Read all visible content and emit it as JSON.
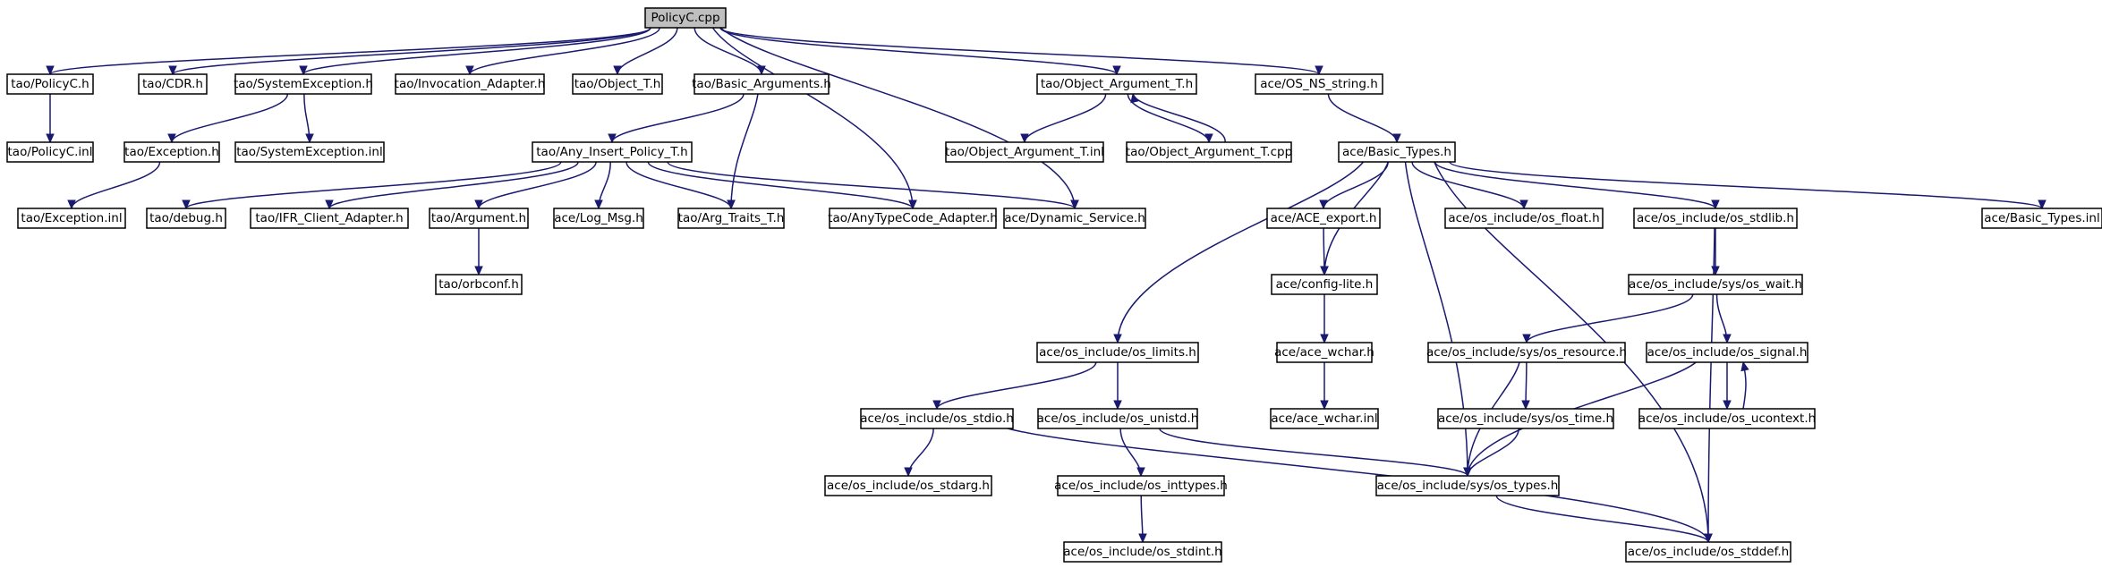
{
  "graph": {
    "nodes": [
      {
        "id": "root",
        "label": "PolicyC.cpp",
        "root": true
      },
      {
        "id": "n1",
        "label": "tao/PolicyC.h"
      },
      {
        "id": "n2",
        "label": "tao/CDR.h"
      },
      {
        "id": "n3",
        "label": "tao/SystemException.h"
      },
      {
        "id": "n4",
        "label": "tao/Invocation_Adapter.h"
      },
      {
        "id": "n5",
        "label": "tao/Object_T.h"
      },
      {
        "id": "n6",
        "label": "tao/Basic_Arguments.h"
      },
      {
        "id": "n7",
        "label": "tao/Object_Argument_T.h"
      },
      {
        "id": "n8",
        "label": "ace/OS_NS_string.h"
      },
      {
        "id": "n9",
        "label": "tao/PolicyC.inl"
      },
      {
        "id": "n10",
        "label": "tao/Exception.h"
      },
      {
        "id": "n11",
        "label": "tao/SystemException.inl"
      },
      {
        "id": "n12",
        "label": "tao/Any_Insert_Policy_T.h"
      },
      {
        "id": "n13",
        "label": "tao/Object_Argument_T.inl"
      },
      {
        "id": "n14",
        "label": "tao/Object_Argument_T.cpp"
      },
      {
        "id": "n15",
        "label": "ace/Basic_Types.h"
      },
      {
        "id": "n16",
        "label": "tao/Exception.inl"
      },
      {
        "id": "n17",
        "label": "tao/debug.h"
      },
      {
        "id": "n18",
        "label": "tao/IFR_Client_Adapter.h"
      },
      {
        "id": "n19",
        "label": "tao/Argument.h"
      },
      {
        "id": "n20",
        "label": "ace/Log_Msg.h"
      },
      {
        "id": "n21",
        "label": "tao/Arg_Traits_T.h"
      },
      {
        "id": "n22",
        "label": "tao/AnyTypeCode_Adapter.h"
      },
      {
        "id": "n23",
        "label": "ace/Dynamic_Service.h"
      },
      {
        "id": "n24",
        "label": "ace/ACE_export.h"
      },
      {
        "id": "n25",
        "label": "ace/os_include/os_float.h"
      },
      {
        "id": "n26",
        "label": "ace/os_include/os_stdlib.h"
      },
      {
        "id": "n27",
        "label": "ace/Basic_Types.inl"
      },
      {
        "id": "n28",
        "label": "tao/orbconf.h"
      },
      {
        "id": "n29",
        "label": "ace/config-lite.h"
      },
      {
        "id": "n30",
        "label": "ace/os_include/sys/os_wait.h"
      },
      {
        "id": "n31",
        "label": "ace/os_include/os_limits.h"
      },
      {
        "id": "n32",
        "label": "ace/ace_wchar.h"
      },
      {
        "id": "n33",
        "label": "ace/os_include/sys/os_resource.h"
      },
      {
        "id": "n34",
        "label": "ace/os_include/os_signal.h"
      },
      {
        "id": "n35",
        "label": "ace/os_include/os_stdio.h"
      },
      {
        "id": "n36",
        "label": "ace/os_include/os_unistd.h"
      },
      {
        "id": "n37",
        "label": "ace/ace_wchar.inl"
      },
      {
        "id": "n38",
        "label": "ace/os_include/sys/os_time.h"
      },
      {
        "id": "n39",
        "label": "ace/os_include/os_ucontext.h"
      },
      {
        "id": "n40",
        "label": "ace/os_include/os_stdarg.h"
      },
      {
        "id": "n41",
        "label": "ace/os_include/os_inttypes.h"
      },
      {
        "id": "n42",
        "label": "ace/os_include/sys/os_types.h"
      },
      {
        "id": "n43",
        "label": "ace/os_include/os_stdint.h"
      },
      {
        "id": "n44",
        "label": "ace/os_include/os_stddef.h"
      }
    ],
    "edges": [
      [
        "root",
        "n1"
      ],
      [
        "root",
        "n2"
      ],
      [
        "root",
        "n3"
      ],
      [
        "root",
        "n4"
      ],
      [
        "root",
        "n5"
      ],
      [
        "root",
        "n6"
      ],
      [
        "root",
        "n7"
      ],
      [
        "root",
        "n8"
      ],
      [
        "root",
        "n22"
      ],
      [
        "root",
        "n23"
      ],
      [
        "n1",
        "n9"
      ],
      [
        "n3",
        "n10"
      ],
      [
        "n3",
        "n11"
      ],
      [
        "n10",
        "n16"
      ],
      [
        "n6",
        "n12"
      ],
      [
        "n6",
        "n21"
      ],
      [
        "n7",
        "n13"
      ],
      [
        "n7",
        "n14"
      ],
      [
        "n14",
        "n7"
      ],
      [
        "n8",
        "n15"
      ],
      [
        "n12",
        "n17"
      ],
      [
        "n12",
        "n18"
      ],
      [
        "n12",
        "n19"
      ],
      [
        "n12",
        "n20"
      ],
      [
        "n12",
        "n21"
      ],
      [
        "n12",
        "n22"
      ],
      [
        "n12",
        "n23"
      ],
      [
        "n19",
        "n28"
      ],
      [
        "n15",
        "n24"
      ],
      [
        "n15",
        "n25"
      ],
      [
        "n15",
        "n26"
      ],
      [
        "n15",
        "n27"
      ],
      [
        "n15",
        "n29"
      ],
      [
        "n15",
        "n31"
      ],
      [
        "n15",
        "n42"
      ],
      [
        "n15",
        "n44"
      ],
      [
        "n24",
        "n29"
      ],
      [
        "n29",
        "n32"
      ],
      [
        "n32",
        "n37"
      ],
      [
        "n26",
        "n30"
      ],
      [
        "n26",
        "n44"
      ],
      [
        "n30",
        "n33"
      ],
      [
        "n30",
        "n34"
      ],
      [
        "n33",
        "n38"
      ],
      [
        "n33",
        "n42"
      ],
      [
        "n34",
        "n39"
      ],
      [
        "n39",
        "n34"
      ],
      [
        "n34",
        "n42"
      ],
      [
        "n38",
        "n42"
      ],
      [
        "n31",
        "n35"
      ],
      [
        "n31",
        "n36"
      ],
      [
        "n35",
        "n40"
      ],
      [
        "n35",
        "n44"
      ],
      [
        "n36",
        "n41"
      ],
      [
        "n36",
        "n42"
      ],
      [
        "n41",
        "n43"
      ],
      [
        "n42",
        "n44"
      ]
    ]
  }
}
